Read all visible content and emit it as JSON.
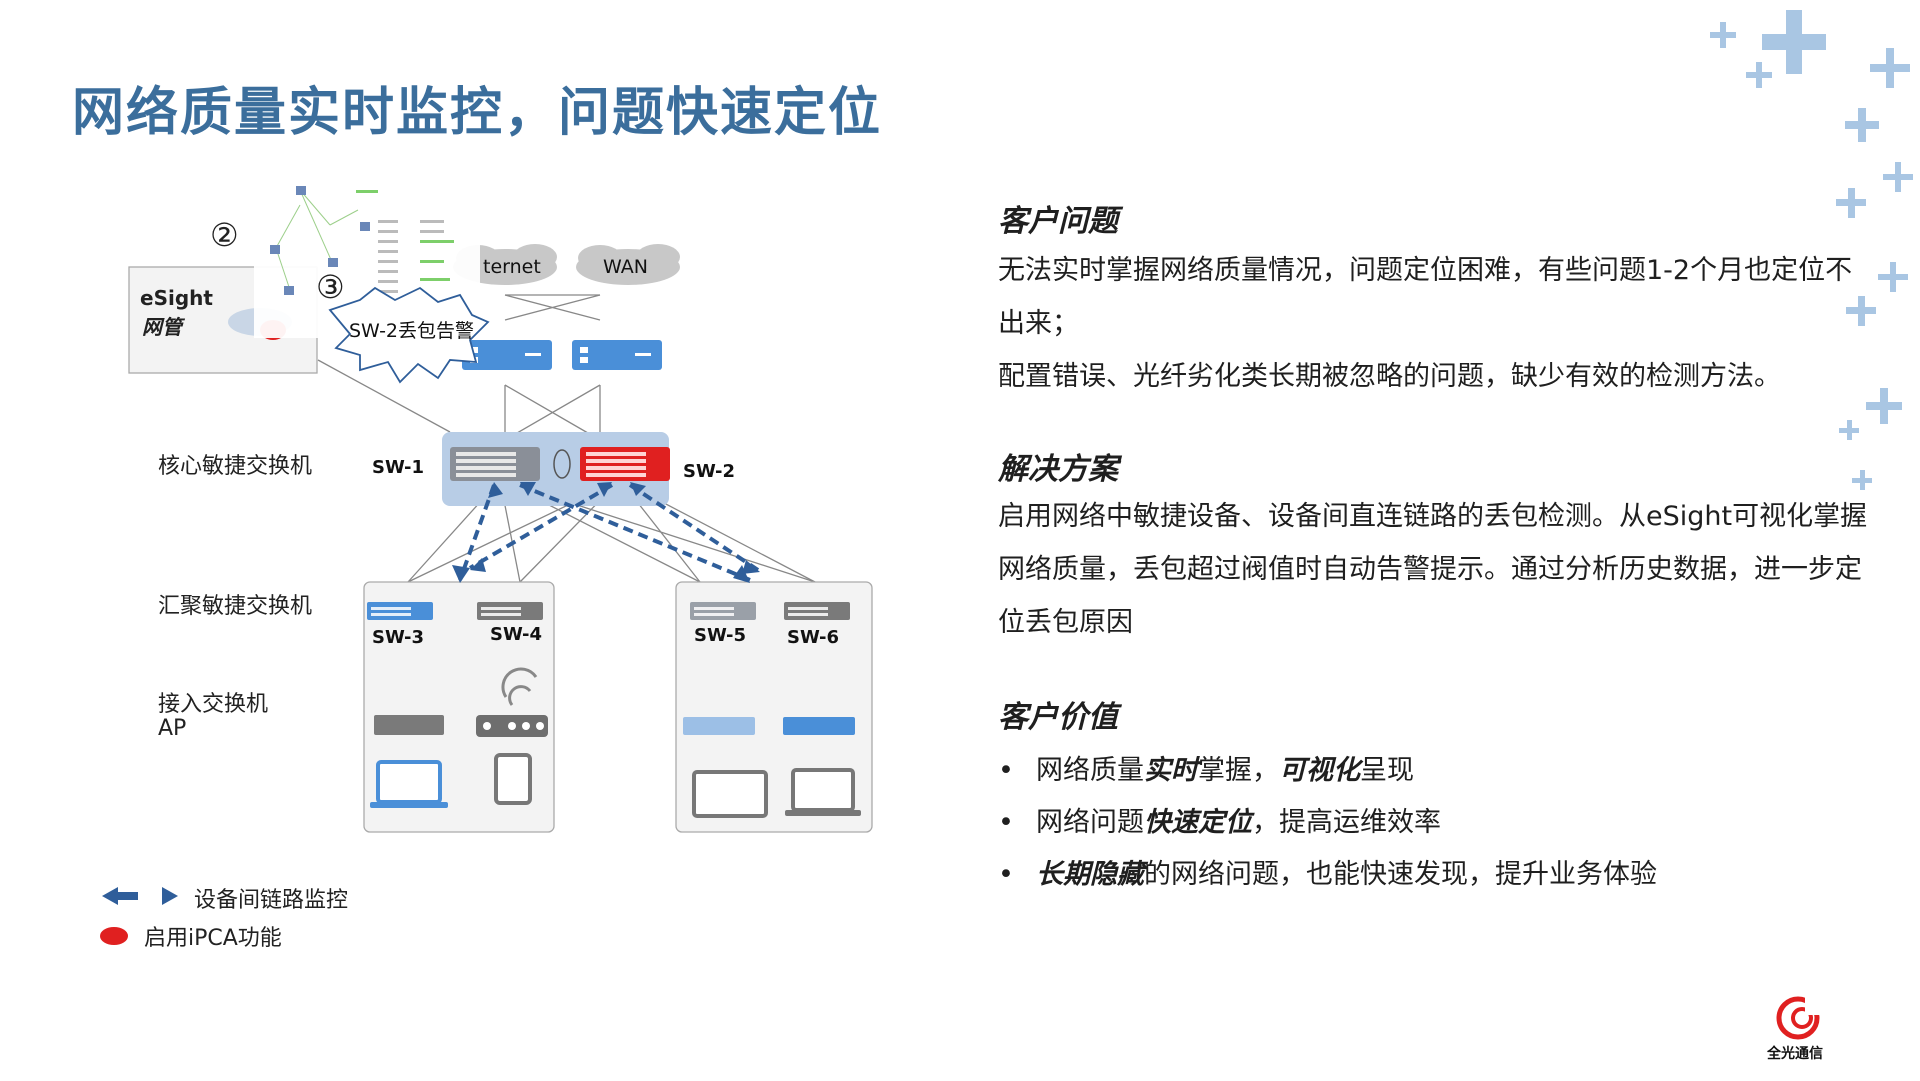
{
  "title": "网络质量实时监控，问题快速定位",
  "diagram": {
    "esight_title": "eSight",
    "esight_sub": "网管",
    "step2": "②",
    "step3": "③",
    "alarm": "SW-2丢包告警",
    "internet": "ternet",
    "wan": "WAN",
    "core_label": "核心敏捷交换机",
    "agg_label": "汇聚敏捷交换机",
    "access_label": "接入交换机",
    "ap_label": "AP",
    "sw1": "SW-1",
    "sw2": "SW-2",
    "sw3": "SW-3",
    "sw4": "SW-4",
    "sw5": "SW-5",
    "sw6": "SW-6",
    "legend_link": "设备间链路监控",
    "legend_ipca": "启用iPCA功能"
  },
  "right": {
    "s1_title": "客户问题",
    "s1_p1": "无法实时掌握网络质量情况，问题定位困难，有些问题1-2个月也定位不出来；",
    "s1_p2": "配置错误、光纤劣化类长期被忽略的问题，缺少有效的检测方法。",
    "s2_title": "解决方案",
    "s2_p1": "启用网络中敏捷设备、设备间直连链路的丢包检测。从eSight可视化掌握网络质量，丢包超过阀值时自动告警提示。通过分析历史数据，进一步定位丢包原因",
    "s3_title": "客户价值",
    "bullet_char": "•",
    "b1_a": "网络质量",
    "b1_b": "实时",
    "b1_c": "掌握，",
    "b1_d": "可视化",
    "b1_e": "呈现",
    "b2_a": "网络问题",
    "b2_b": "快速定位",
    "b2_c": "，提高运维效率",
    "b3_a": "长期隐藏",
    "b3_b": "的网络问题，也能快速发现，提升业务体验"
  },
  "logo": {
    "text": "全光通信"
  },
  "colors": {
    "title": "#3b6e9c",
    "accent_blue": "#2f5e9a",
    "alert_red": "#e02020",
    "device_blue": "#4a8fd8",
    "plus_blue": "#a9c6e3"
  }
}
